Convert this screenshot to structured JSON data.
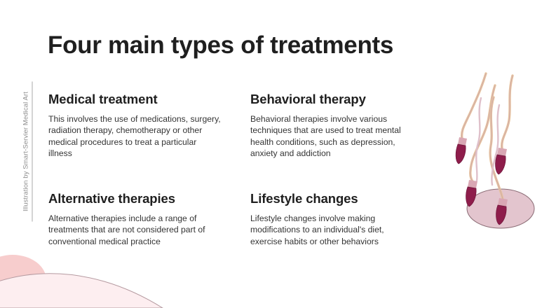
{
  "slide": {
    "title": "Four main types of treatments",
    "credit": "Illustration by Smart-Servier Medical Art",
    "background_color": "#ffffff",
    "title_color": "#1f1f1f",
    "body_color": "#343434",
    "blocks": [
      {
        "heading": "Medical treatment",
        "body": "This involves the use of medications, surgery, radiation therapy, chemotherapy or other medical procedures to treat a particular illness"
      },
      {
        "heading": "Behavioral therapy",
        "body": "Behavioral therapies involve various techniques that are used to treat mental health conditions, such as depression, anxiety and addiction"
      },
      {
        "heading": "Alternative therapies",
        "body": "Alternative therapies include a range of treatments that are not considered part of conventional medical practice"
      },
      {
        "heading": "Lifestyle changes",
        "body": "Lifestyle changes involve making modifications to an individual's diet, exercise habits or other behaviors"
      }
    ],
    "illustration": {
      "name": "sperm-and-egg-illustration",
      "egg_fill": "#e3c5ce",
      "egg_stroke": "#8a6b74",
      "sperm_head_fill": "#8e1d4b",
      "sperm_neck_fill": "#d9a7b4",
      "sperm_tail_fill": "#e8c49e",
      "sperm_tail_stroke": "#c9a3ad"
    },
    "decorations": {
      "blob_fill": "#f7cdcd",
      "arc_fill": "#fdeef0",
      "arc_stroke": "#b59aa0"
    }
  }
}
